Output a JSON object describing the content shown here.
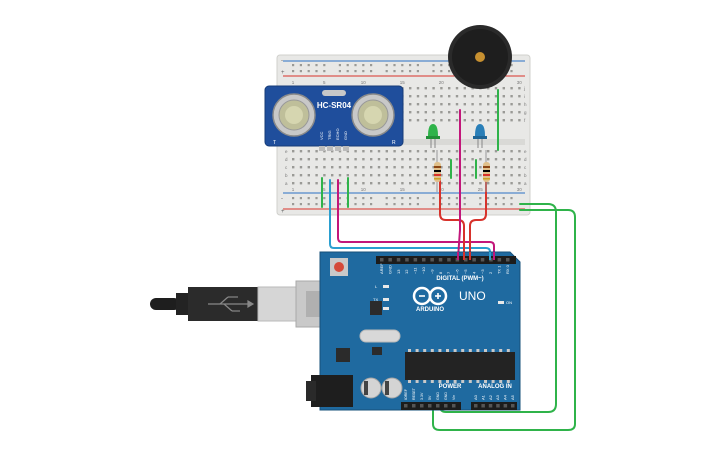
{
  "breadboard": {
    "column_numbers": [
      "1",
      "5",
      "10",
      "15",
      "20",
      "25",
      "30"
    ],
    "row_letters_top": [
      "j",
      "i",
      "h",
      "g",
      "f"
    ],
    "row_letters_bottom": [
      "e",
      "d",
      "c",
      "b",
      "a"
    ],
    "rail_plus": "+",
    "rail_minus": "-"
  },
  "sensor": {
    "model": "HC-SR04",
    "pins": [
      "VCC",
      "TRIG",
      "ECHO",
      "GND"
    ],
    "mark_left": "T",
    "mark_right": "R"
  },
  "leds": [
    {
      "name": "green-led",
      "color": "#2fb34a"
    },
    {
      "name": "blue-led",
      "color": "#2a7fb8"
    }
  ],
  "arduino": {
    "brand": "ARDUINO",
    "model": "UNO",
    "digital_header_label": "DIGITAL (PWM~)",
    "digital_pins": [
      "AREF",
      "GND",
      "13",
      "12",
      "~11",
      "~10",
      "~9",
      "8",
      "7",
      "~6",
      "~5",
      "4",
      "~3",
      "2",
      "TX 1",
      "RX 0"
    ],
    "power_label": "POWER",
    "power_pins": [
      "IOREF",
      "RESET",
      "3.3V",
      "5V",
      "GND",
      "GND",
      "Vin"
    ],
    "analog_label": "ANALOG IN",
    "analog_pins": [
      "A0",
      "A1",
      "A2",
      "A3",
      "A4",
      "A5"
    ],
    "led_labels": [
      "L",
      "TX",
      "RX"
    ],
    "on_label": "ON",
    "board_color": "#1f6aa0"
  },
  "wire_colors": {
    "red": "#d7322b",
    "magenta": "#c2177a",
    "cyan": "#2a9fd0",
    "green": "#2fb34a"
  }
}
